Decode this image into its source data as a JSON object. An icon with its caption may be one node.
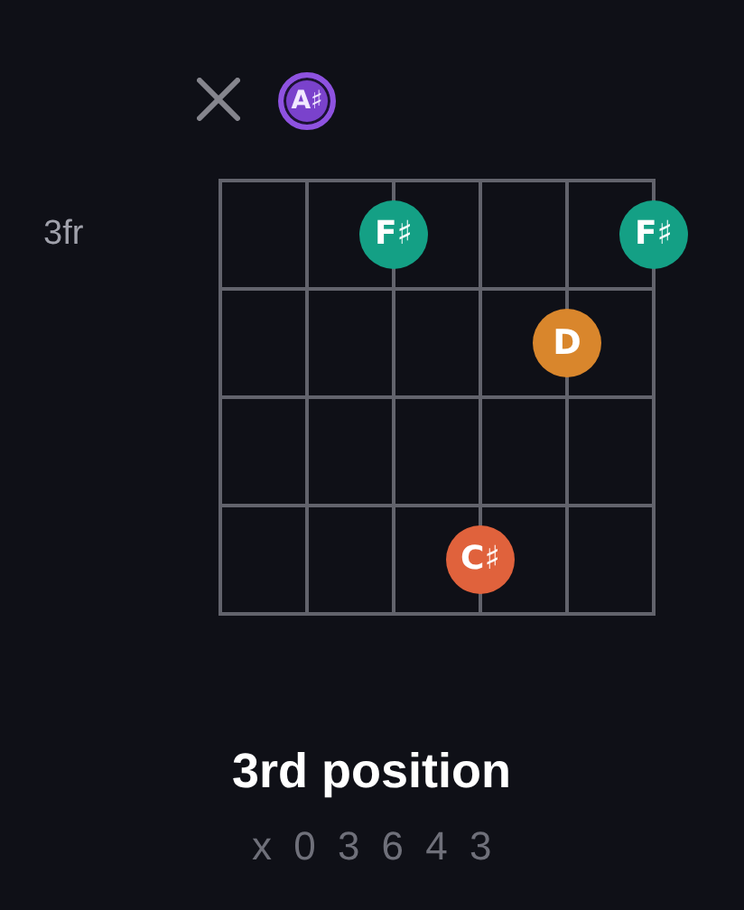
{
  "diagram": {
    "title": "3rd position",
    "nodes": [
      {
        "text": [
          "A♯"
        ]
      },
      {
        "text": [
          "F♯"
        ]
      },
      {
        "text": [
          "F♯"
        ]
      },
      {
        "text": [
          "D"
        ]
      },
      {
        "text": [
          "C♯"
        ]
      }
    ],
    "labels": [
      "3fr",
      "x 0 3 6 4 3"
    ]
  }
}
